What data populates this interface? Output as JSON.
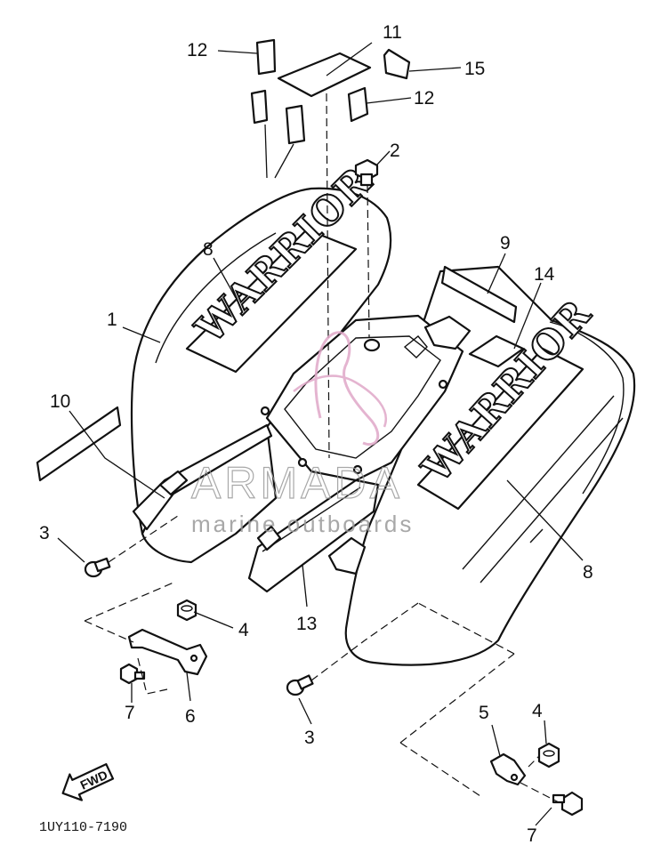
{
  "diagram": {
    "callouts": {
      "c1": "1",
      "c2": "2",
      "c3a": "3",
      "c3b": "3",
      "c4a": "4",
      "c4b": "4",
      "c5": "5",
      "c6": "6",
      "c7a": "7",
      "c7b": "7",
      "c8a": "8",
      "c8b": "8",
      "c9": "9",
      "c10": "10",
      "c11": "11",
      "c12a": "12",
      "c12b": "12",
      "c13": "13",
      "c14": "14",
      "c15": "15"
    },
    "decal_text_left": "WARRIOR",
    "decal_text_right": "WARRIOR",
    "fwd_label": "FWD",
    "part_code": "1UY110-7190"
  },
  "watermark": {
    "brand": "ARMADA",
    "tagline": "marine outboards",
    "accent_color": "#e0a8c8"
  }
}
